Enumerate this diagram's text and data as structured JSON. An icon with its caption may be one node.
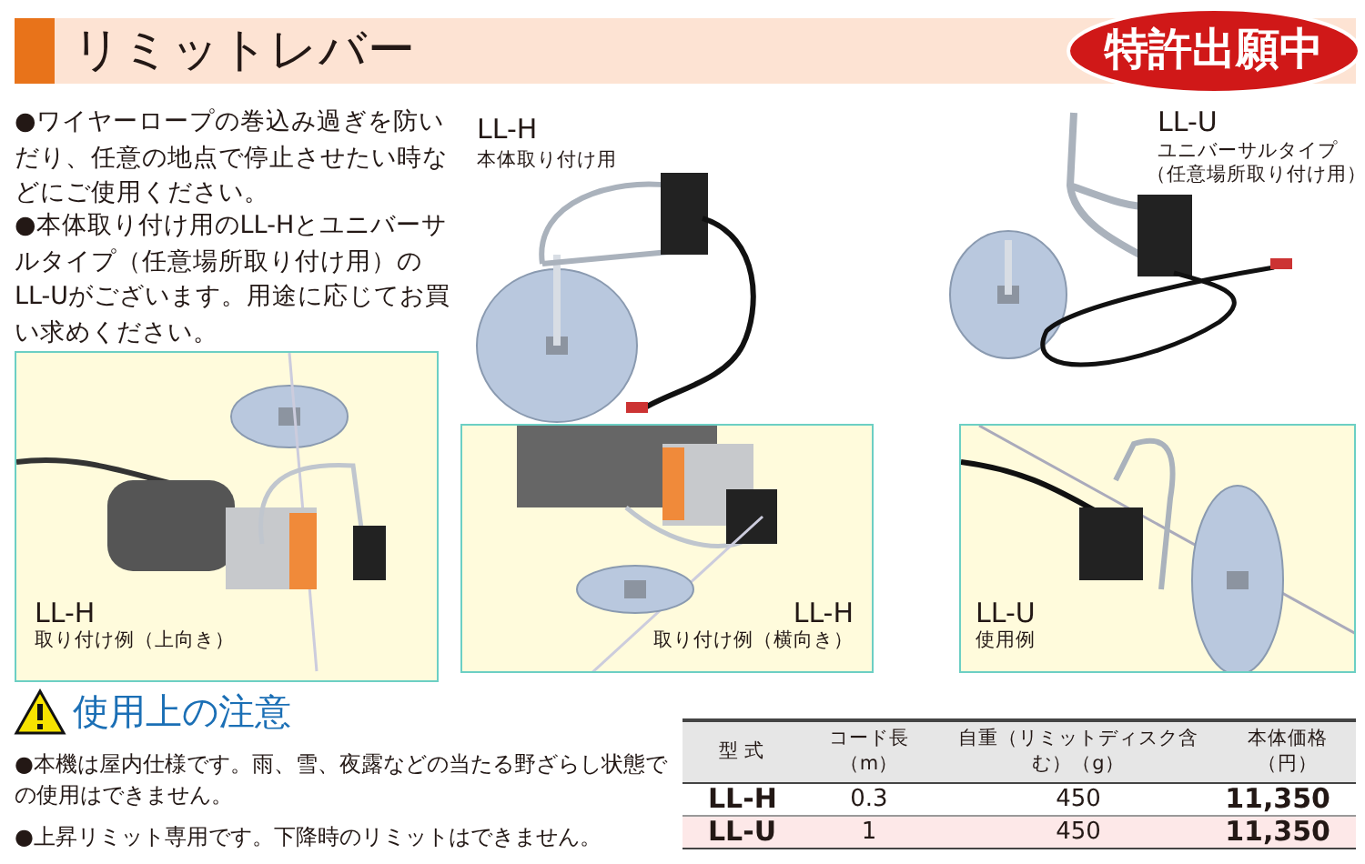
{
  "diagram": {
    "title": "リミットレバー",
    "nodes": [
      {
        "text": [
          "特許出願中"
        ]
      },
      {
        "text": [
          "LL-H",
          "取り付け例（上向き）"
        ]
      },
      {
        "text": [
          "LL-H",
          "取り付け例（横向き）"
        ]
      },
      {
        "text": [
          "LL-U",
          "使用例"
        ]
      }
    ],
    "labels": [
      "●ワイヤーロープの巻込み過ぎを防いだり、任意の地点で停止させたい時などにご使用ください。",
      "●本体取り付け用のLL-Hとユニバーサルタイプ（任意場所取り付け用）のLL-Uがございます。用途に応じてお買い求めください。",
      "LL-H",
      "本体取り付け用",
      "LL-U",
      "ユニバーサルタイプ",
      "（任意場所取り付け用）",
      "使用上の注意",
      "●本機は屋内仕様です。雨、雪、夜露などの当たる野ざらし状態での使用はできません。",
      "●上昇リミット専用です。下降時のリミットはできません。",
      "型 式",
      "コード長（m）",
      "自重（リミットディスク含む）（g）",
      "本体価格（円）",
      "LL-H",
      "0.3",
      "450",
      "11,350",
      "LL-U",
      "1",
      "450",
      "11,350"
    ]
  }
}
